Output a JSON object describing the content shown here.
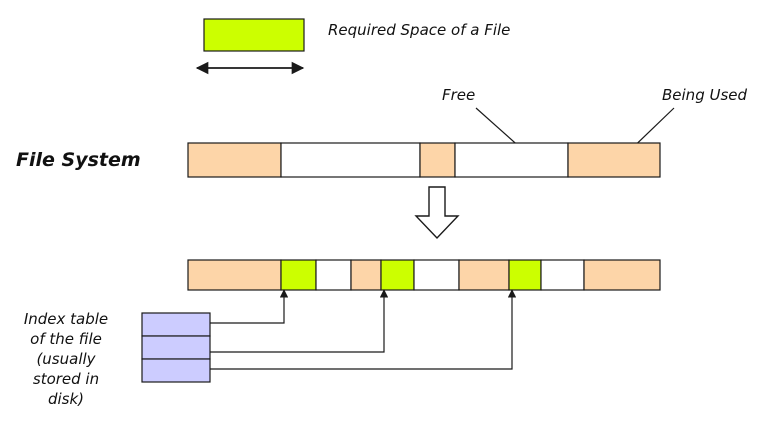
{
  "legend": {
    "label": "Required Space of a File",
    "color": "#ccff00"
  },
  "labels": {
    "free": "Free",
    "used": "Being Used",
    "file_system": "File System"
  },
  "index_caption": [
    "Index table",
    "of the file",
    "(usually",
    "stored in",
    "disk)"
  ],
  "colors": {
    "used": "#fdd5a8",
    "free": "#ffffff",
    "file": "#ccff00",
    "index": "#ccccff",
    "stroke": "#1a1a1a"
  },
  "top_bar": [
    "used",
    "free",
    "used",
    "free",
    "used"
  ],
  "bottom_bar": [
    "used",
    "file",
    "free",
    "used",
    "file",
    "free",
    "used",
    "file",
    "free",
    "used"
  ],
  "index_entries": 3
}
